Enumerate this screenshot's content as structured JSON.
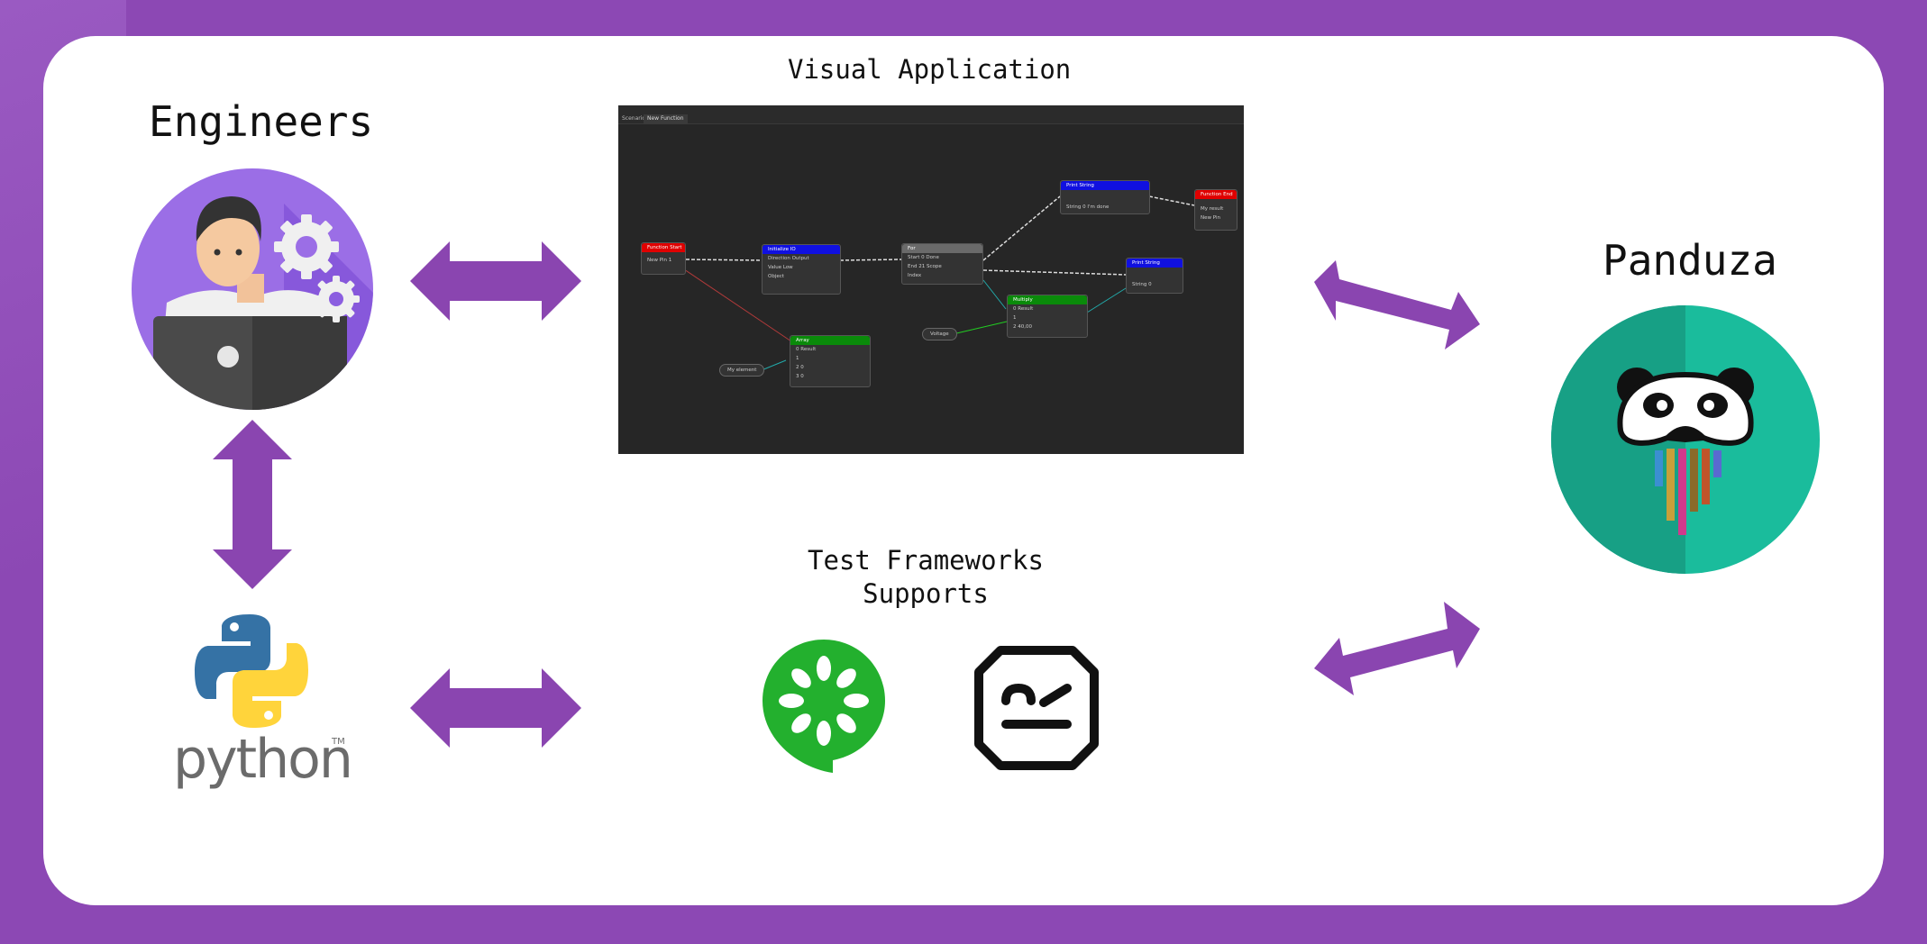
{
  "labels": {
    "visual_application": "Visual Application",
    "engineers": "Engineers",
    "panduza": "Panduza",
    "test_frameworks_line1": "Test Frameworks",
    "test_frameworks_line2": "Supports"
  },
  "python_logo": {
    "wordmark": "python",
    "tm": "TM"
  },
  "editor": {
    "tabs": [
      "Scenario",
      "New Function"
    ],
    "nodes": [
      {
        "title": "Function Start",
        "color": "#e00000",
        "rows": [
          "New Pin 1"
        ]
      },
      {
        "title": "Initialize IO",
        "color": "#1010e0",
        "rows": [
          "Direction   Output",
          "Value        Low",
          "Object"
        ]
      },
      {
        "title": "For",
        "color": "#6a6a6a",
        "rows": [
          "Start   0        Done",
          "End    21       Scope",
          "Index"
        ]
      },
      {
        "title": "Print String",
        "color": "#1010e0",
        "rows": [
          "String 0  I'm done"
        ]
      },
      {
        "title": "Function End",
        "color": "#e00000",
        "rows": [
          "My result",
          "New Pin"
        ]
      },
      {
        "title": "Print String",
        "color": "#1010e0",
        "rows": [
          "String 0"
        ]
      },
      {
        "title": "Multiply",
        "color": "#0a8a0a",
        "rows": [
          "0              Result",
          "1",
          "2   40,00"
        ]
      },
      {
        "title": "Array",
        "color": "#0a8a0a",
        "rows": [
          "0              Result",
          "1",
          "2   0",
          "3   0"
        ]
      }
    ],
    "pills": [
      "My element",
      "Voltage"
    ]
  },
  "colors": {
    "background": "#8c48b4",
    "arrow": "#8a45b0",
    "card": "#ffffff",
    "panduza_teal": "#1abc9c",
    "python_blue": "#3572a5",
    "python_yellow": "#ffd43b",
    "cucumber_green": "#23b02e"
  },
  "icons": [
    "engineer-avatar-icon",
    "python-logo-icon",
    "panduza-logo-icon",
    "cucumber-logo-icon",
    "robot-framework-logo-icon"
  ]
}
